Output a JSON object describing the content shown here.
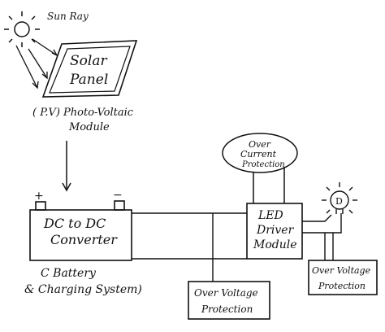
{
  "diagram": {
    "sun_label": "Sun Ray",
    "solar_panel": {
      "line1": "Solar",
      "line2": "Panel"
    },
    "pv_module": {
      "line1": "( P.V) Photo-Voltaic",
      "line2": "Module"
    },
    "battery_terminals": {
      "positive": "+",
      "negative": "−"
    },
    "converter": {
      "line1": "DC to DC",
      "line2": "Converter"
    },
    "battery_caption": {
      "line1": "C Battery",
      "line2": "& Charging System)"
    },
    "led_driver": {
      "line1": "LED",
      "line2": "Driver",
      "line3": "Module"
    },
    "over_current": {
      "line1": "Over",
      "line2": "Current",
      "line3": "Protection"
    },
    "ovp_left": {
      "line1": "Over Voltage",
      "line2": "Protection"
    },
    "ovp_right": {
      "line1": "Over Voltage",
      "line2": "Protection"
    },
    "bulb_label": "D"
  }
}
